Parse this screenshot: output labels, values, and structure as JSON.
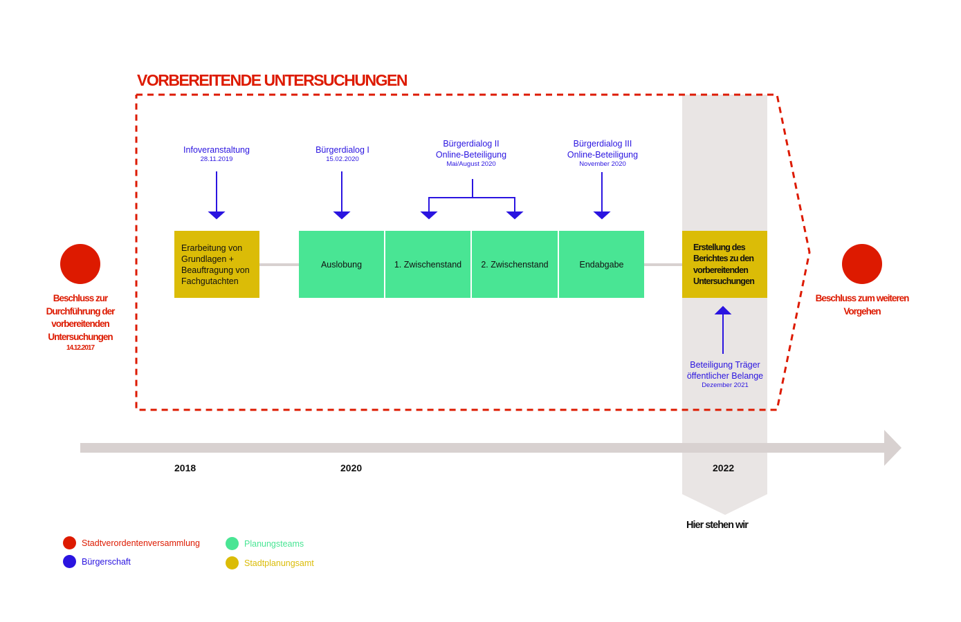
{
  "title": "VORBEREITENDE UNTERSUCHUNGEN",
  "start": {
    "label": "Beschluss zur Durchführung der vorbereitenden Untersuchungen",
    "date": "14.12.2017"
  },
  "end": {
    "label": "Beschluss zum weiteren Vorgehen"
  },
  "events": [
    {
      "title": "Infoveranstaltung",
      "date": "28.11.2019"
    },
    {
      "title": "Bürgerdialog I",
      "date": "15.02.2020"
    },
    {
      "title": "Bürgerdialog II",
      "subtitle": "Online-Beteiligung",
      "date": "Mai/August 2020"
    },
    {
      "title": "Bürgerdialog III",
      "subtitle": "Online-Beteiligung",
      "date": "November 2020"
    },
    {
      "title": "Beteiligung Träger",
      "subtitle": "öffentlicher Belange",
      "date": "Dezember 2021"
    }
  ],
  "steps": [
    "Erarbeitung von Grundlagen + Beauftragung von Fachgutachten",
    "Auslobung",
    "1. Zwischenstand",
    "2. Zwischenstand",
    "Endabgabe",
    "Erstellung des Berichtes zu den vorbereitenden Untersuchungen"
  ],
  "years": [
    "2018",
    "2020",
    "2022"
  ],
  "current_marker": "Hier stehen wir",
  "legend": [
    {
      "label": "Stadtverordentenversammlung",
      "color": "#dd1a00"
    },
    {
      "label": "Bürgerschaft",
      "color": "#2a14e0"
    },
    {
      "label": "Planungsteams",
      "color": "#49e594"
    },
    {
      "label": "Stadtplanungsamt",
      "color": "#dbbc07"
    }
  ]
}
